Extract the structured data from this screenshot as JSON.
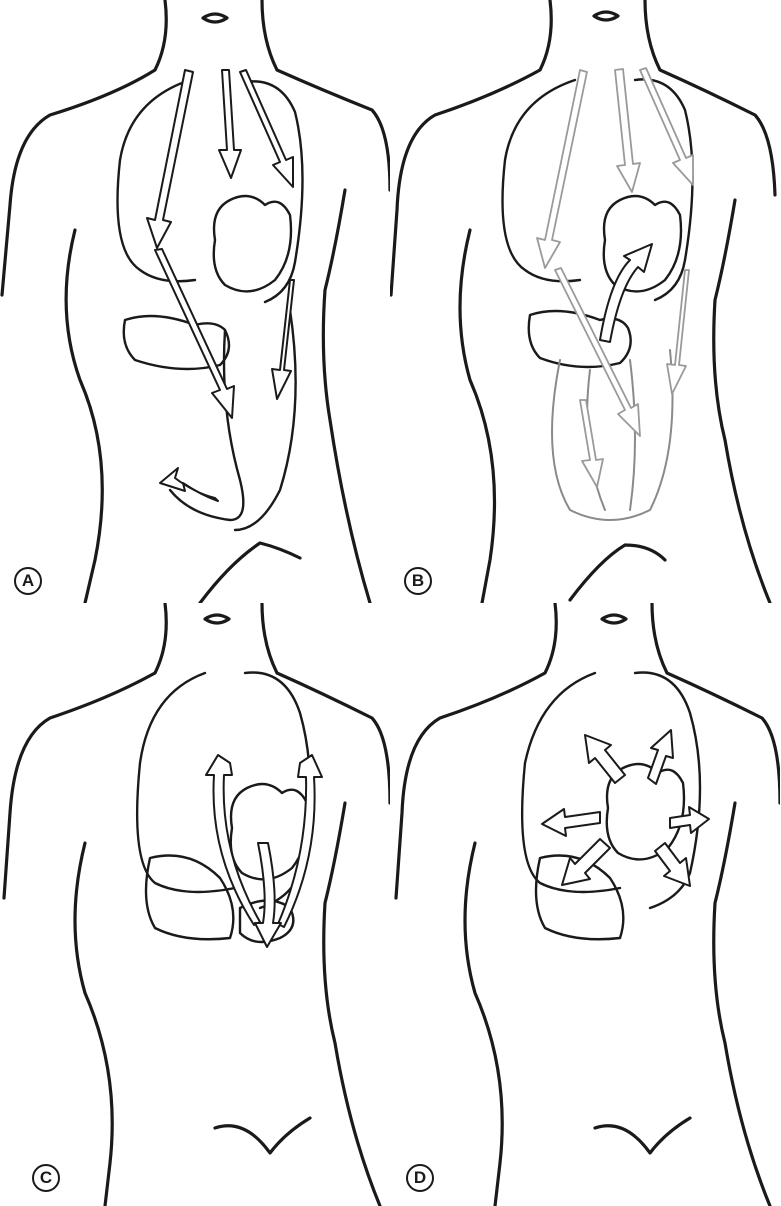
{
  "panels": [
    {
      "id": "A",
      "label": "A",
      "arrow_style": "downward flow"
    },
    {
      "id": "B",
      "label": "B",
      "arrow_style": "faint mixed flow"
    },
    {
      "id": "C",
      "label": "C",
      "arrow_style": "around heart"
    },
    {
      "id": "D",
      "label": "D",
      "arrow_style": "radiating from heart"
    }
  ],
  "colors": {
    "line": "#1a1a1a",
    "faint": "#9a9a9a",
    "background": "#ffffff"
  }
}
